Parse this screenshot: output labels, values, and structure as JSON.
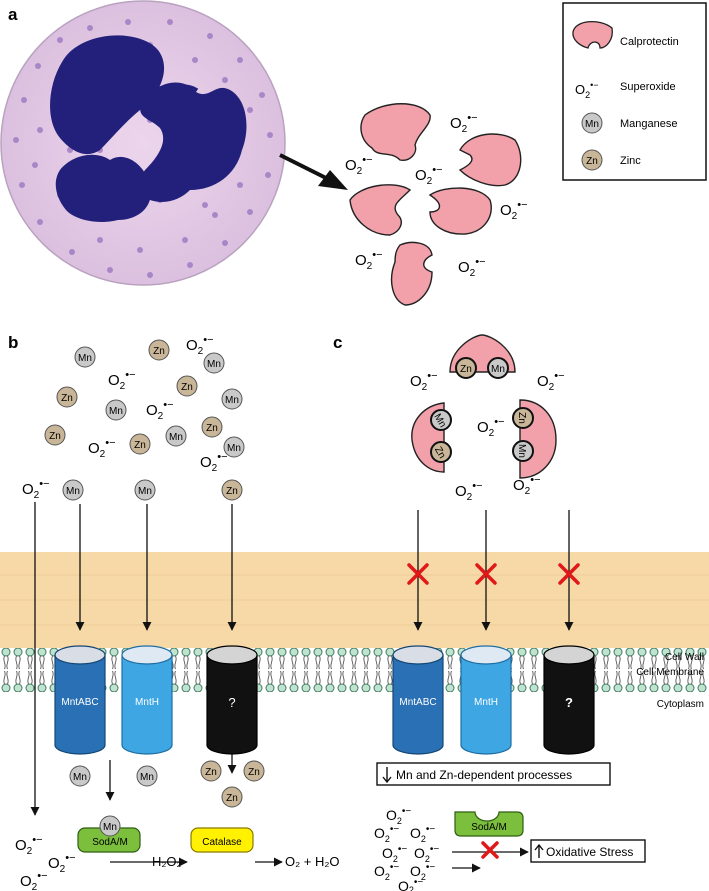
{
  "panels": {
    "a": "a",
    "b": "b",
    "c": "c"
  },
  "legend": {
    "calprotectin": "Calprotectin",
    "superoxide": "Superoxide",
    "manganese": "Manganese",
    "zinc": "Zinc"
  },
  "symbols": {
    "mn": "Mn",
    "zn": "Zn",
    "o2": "O",
    "o2_sub": "2",
    "o2_sup": "•−"
  },
  "transporters": {
    "mntabc": "MntABC",
    "mnth": "MntH",
    "unknown": "?"
  },
  "layers": {
    "wall": "Cell Wall",
    "membrane": "Cell Membrane",
    "cytoplasm": "Cytoplasm"
  },
  "enzymes": {
    "soda": "SodA/M",
    "catalase": "Catalase"
  },
  "products": {
    "h2o2": "H₂O₂",
    "o2_h2o": "O₂ + H₂O"
  },
  "outcomes": {
    "processes": "Mn and Zn-dependent processes",
    "oxidative": "Oxidative Stress"
  },
  "colors": {
    "calprotectin": "#f2a0aa",
    "manganese": "#c9c9c9",
    "zinc": "#c9b597",
    "nucleus": "#22207a",
    "neutrophil": "#e6cfe6",
    "wall": "#f6d9a7",
    "mntabc": "#2a70b4",
    "mnth": "#3ea6e3",
    "unknown": "#111111",
    "soda": "#7cbf3d",
    "catalase": "#fff100",
    "x_mark": "#e01818"
  }
}
